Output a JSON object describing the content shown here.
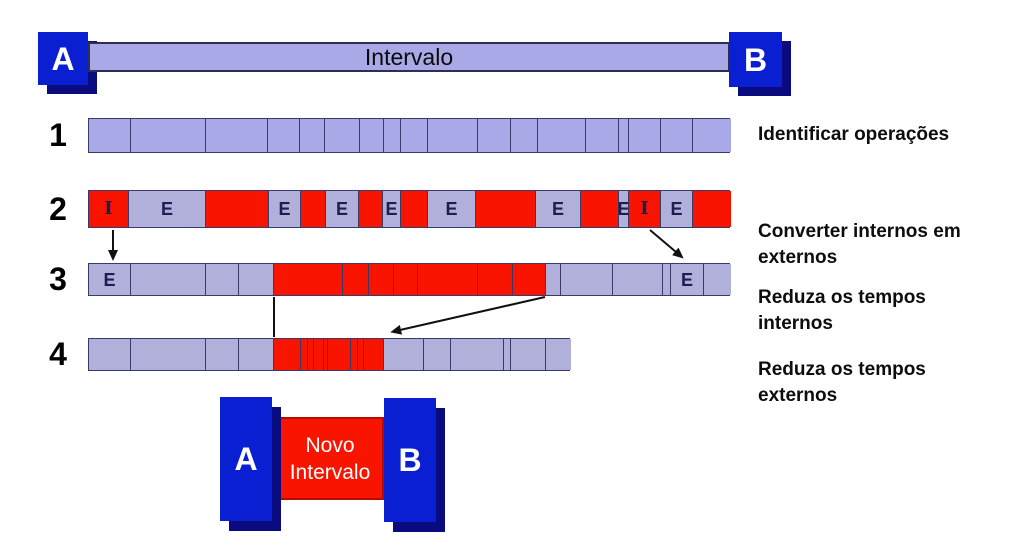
{
  "top": {
    "left_marker": "A",
    "bar_label": "Intervalo",
    "right_marker": "B"
  },
  "rows": [
    {
      "number": "1",
      "label_lines": [
        "Identificar operações"
      ],
      "segments": [
        {
          "w": 42,
          "c": "p"
        },
        {
          "w": 75,
          "c": "p"
        },
        {
          "w": 62,
          "c": "p"
        },
        {
          "w": 32,
          "c": "p"
        },
        {
          "w": 25,
          "c": "p"
        },
        {
          "w": 35,
          "c": "p"
        },
        {
          "w": 24,
          "c": "p"
        },
        {
          "w": 17,
          "c": "p"
        },
        {
          "w": 27,
          "c": "p"
        },
        {
          "w": 50,
          "c": "p"
        },
        {
          "w": 33,
          "c": "p"
        },
        {
          "w": 27,
          "c": "p"
        },
        {
          "w": 48,
          "c": "p"
        },
        {
          "w": 33,
          "c": "p"
        },
        {
          "w": 10,
          "c": "p"
        },
        {
          "w": 32,
          "c": "p"
        },
        {
          "w": 32,
          "c": "p"
        },
        {
          "w": 38,
          "c": "p"
        }
      ]
    },
    {
      "number": "2",
      "label_lines": [
        "Converter internos em",
        "externos"
      ],
      "segments": [
        {
          "w": 40,
          "c": "r",
          "t": "I"
        },
        {
          "w": 77,
          "c": "p",
          "t": "E"
        },
        {
          "w": 63,
          "c": "r"
        },
        {
          "w": 32,
          "c": "p",
          "t": "E"
        },
        {
          "w": 25,
          "c": "r"
        },
        {
          "w": 33,
          "c": "p",
          "t": "E"
        },
        {
          "w": 24,
          "c": "r"
        },
        {
          "w": 18,
          "c": "p",
          "t": "E"
        },
        {
          "w": 27,
          "c": "r"
        },
        {
          "w": 48,
          "c": "p",
          "t": "E"
        },
        {
          "w": 60,
          "c": "r"
        },
        {
          "w": 45,
          "c": "p",
          "t": "E"
        },
        {
          "w": 38,
          "c": "r"
        },
        {
          "w": 10,
          "c": "p",
          "t": "E"
        },
        {
          "w": 32,
          "c": "r",
          "t": "I"
        },
        {
          "w": 32,
          "c": "p",
          "t": "E"
        },
        {
          "w": 38,
          "c": "r"
        }
      ]
    },
    {
      "number": "3",
      "label_lines": [
        "Reduza os tempos",
        "internos"
      ],
      "segments": [
        {
          "w": 42,
          "c": "p",
          "t": "E"
        },
        {
          "w": 75,
          "c": "p"
        },
        {
          "w": 33,
          "c": "p"
        },
        {
          "w": 35,
          "c": "p"
        },
        {
          "w": 69,
          "c": "r"
        },
        {
          "w": 26,
          "c": "r"
        },
        {
          "w": 25,
          "c": "r"
        },
        {
          "w": 24,
          "c": "r"
        },
        {
          "w": 60,
          "c": "r"
        },
        {
          "w": 35,
          "c": "r"
        },
        {
          "w": 33,
          "c": "r"
        },
        {
          "w": 15,
          "c": "p"
        },
        {
          "w": 52,
          "c": "p"
        },
        {
          "w": 50,
          "c": "p"
        },
        {
          "w": 8,
          "c": "p"
        },
        {
          "w": 33,
          "c": "p",
          "t": "E"
        },
        {
          "w": 27,
          "c": "p"
        }
      ]
    },
    {
      "number": "4",
      "label_lines": [
        "Reduza os tempos",
        "externos"
      ],
      "segments": [
        {
          "w": 42,
          "c": "p"
        },
        {
          "w": 75,
          "c": "p"
        },
        {
          "w": 33,
          "c": "p"
        },
        {
          "w": 35,
          "c": "p"
        },
        {
          "w": 27,
          "c": "r"
        },
        {
          "w": 7,
          "c": "r"
        },
        {
          "w": 6,
          "c": "r"
        },
        {
          "w": 10,
          "c": "r"
        },
        {
          "w": 4,
          "c": "r"
        },
        {
          "w": 23,
          "c": "r"
        },
        {
          "w": 7,
          "c": "r"
        },
        {
          "w": 6,
          "c": "r"
        },
        {
          "w": 20,
          "c": "r"
        },
        {
          "w": 40,
          "c": "p"
        },
        {
          "w": 27,
          "c": "p"
        },
        {
          "w": 53,
          "c": "p"
        },
        {
          "w": 7,
          "c": "p"
        },
        {
          "w": 35,
          "c": "p"
        },
        {
          "w": 25,
          "c": "p"
        }
      ]
    }
  ],
  "footer": {
    "left_marker": "A",
    "label_lines": [
      "Novo",
      "Intervalo"
    ],
    "right_marker": "B"
  },
  "colors": {
    "block_blue": "#0a1fd2",
    "shadow_navy": "#0b0b80",
    "bar_purple": "#a9a9e8",
    "segment_purple": "#b0b0da",
    "highlight_red": "#f91400",
    "border_navy": "#3a3a6a",
    "letter_navy": "#1d1d52"
  }
}
